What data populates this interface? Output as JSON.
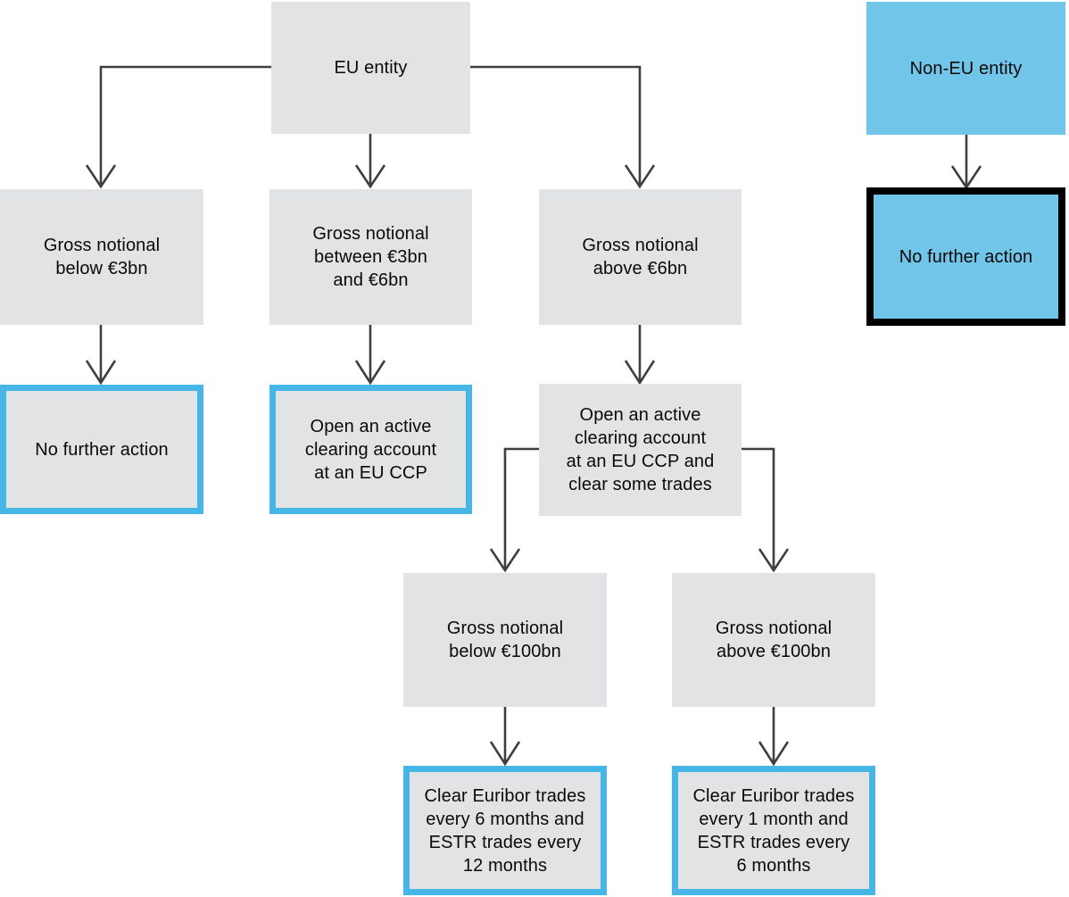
{
  "diagram": {
    "title": "EU clearing obligation active account decision flow",
    "colors": {
      "box_grey": "#e2e3e4",
      "box_blue": "#71c5e8",
      "outline_blue": "#45b6e5",
      "outline_black": "#000000",
      "connector": "#3f3f3f",
      "text": "#0a0a0a",
      "background": "#ffffff"
    },
    "nodes": [
      {
        "id": "eu-entity",
        "label": "EU entity",
        "style": "fill-grey"
      },
      {
        "id": "non-eu-entity",
        "label": "Non-EU entity",
        "style": "fill-blue"
      },
      {
        "id": "non-eu-no-further-action",
        "label": "No further action",
        "style": "outline-black"
      },
      {
        "id": "gross-below-3bn",
        "label": "Gross notional\nbelow €3bn",
        "style": "fill-grey"
      },
      {
        "id": "gross-between-3bn-6bn",
        "label": "Gross notional\nbetween €3bn\nand €6bn",
        "style": "fill-grey"
      },
      {
        "id": "gross-above-6bn",
        "label": "Gross notional\nabove €6bn",
        "style": "fill-grey"
      },
      {
        "id": "no-further-action",
        "label": "No further action",
        "style": "outline-blue"
      },
      {
        "id": "open-account-eu-ccp",
        "label": "Open an active\nclearing account\nat an EU CCP",
        "style": "outline-blue"
      },
      {
        "id": "open-account-clear-some-trades",
        "label": "Open an active\nclearing account\nat an EU CCP and\nclear some trades",
        "style": "fill-grey"
      },
      {
        "id": "gross-below-100bn",
        "label": "Gross notional\nbelow €100bn",
        "style": "fill-grey"
      },
      {
        "id": "gross-above-100bn",
        "label": "Gross notional\nabove €100bn",
        "style": "fill-grey"
      },
      {
        "id": "clear-euribor-6-estr-12",
        "label": "Clear Euribor trades\nevery 6 months and\nESTR trades every\n12 months",
        "style": "outline-blue"
      },
      {
        "id": "clear-euribor-1-estr-6",
        "label": "Clear Euribor trades\nevery 1 month and\nESTR trades every\n6 months",
        "style": "outline-blue"
      }
    ],
    "edges": [
      {
        "from": "eu-entity",
        "to": "gross-below-3bn"
      },
      {
        "from": "eu-entity",
        "to": "gross-between-3bn-6bn"
      },
      {
        "from": "eu-entity",
        "to": "gross-above-6bn"
      },
      {
        "from": "gross-below-3bn",
        "to": "no-further-action"
      },
      {
        "from": "gross-between-3bn-6bn",
        "to": "open-account-eu-ccp"
      },
      {
        "from": "gross-above-6bn",
        "to": "open-account-clear-some-trades"
      },
      {
        "from": "open-account-clear-some-trades",
        "to": "gross-below-100bn"
      },
      {
        "from": "open-account-clear-some-trades",
        "to": "gross-above-100bn"
      },
      {
        "from": "gross-below-100bn",
        "to": "clear-euribor-6-estr-12"
      },
      {
        "from": "gross-above-100bn",
        "to": "clear-euribor-1-estr-6"
      },
      {
        "from": "non-eu-entity",
        "to": "non-eu-no-further-action"
      }
    ]
  }
}
